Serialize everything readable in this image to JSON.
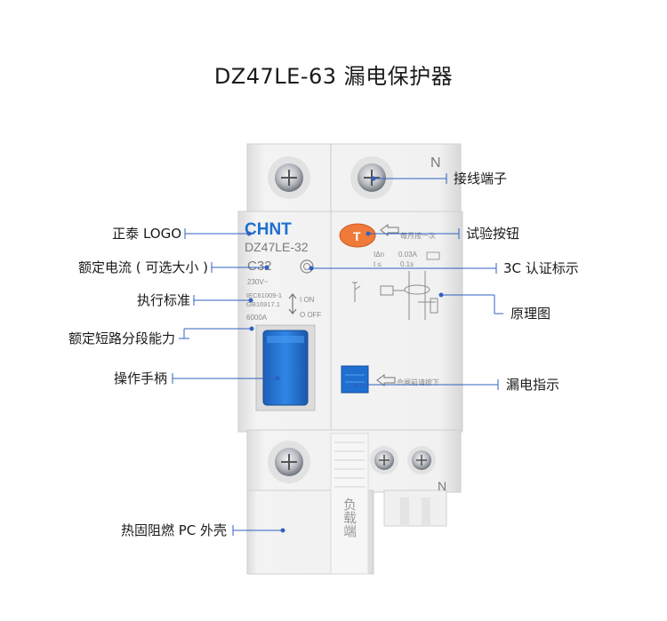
{
  "title": "DZ47LE-63 漏电保护器",
  "device": {
    "brand": "CHNT",
    "model": "DZ47LE-32",
    "rating": "C32",
    "voltage": "230V~",
    "standard_1": "IEC61009-1",
    "standard_2": "GB16917.1",
    "breaking": "6000A",
    "on_text": "I ON",
    "off_text": "O OFF",
    "test_button": "T",
    "test_hint": "每月按一次",
    "idn_label": "IΔn",
    "idn_value": "0.03A",
    "t_label": "t ≤",
    "t_value": "0.1s",
    "leak_hint": "合闸前请按下",
    "neutral_top": "N",
    "neutral_bottom": "N",
    "load_text": "负载端"
  },
  "labels": {
    "terminal": "接线端子",
    "test_btn": "试验按钮",
    "cert": "3C 认证标示",
    "principle": "原理图",
    "leak_indicator": "漏电指示",
    "logo": "正泰 LOGO",
    "rated_current": "额定电流 ( 可选大小 )",
    "standard": "执行标准",
    "short_circuit": "额定短路分段能力",
    "handle": "操作手柄",
    "shell": "热固阻燃 PC 外壳"
  },
  "colors": {
    "accent_blue": "#1e6fd0",
    "line_blue": "#3060c0",
    "test_orange": "#f07a3a",
    "shell": "#eeeeee"
  }
}
